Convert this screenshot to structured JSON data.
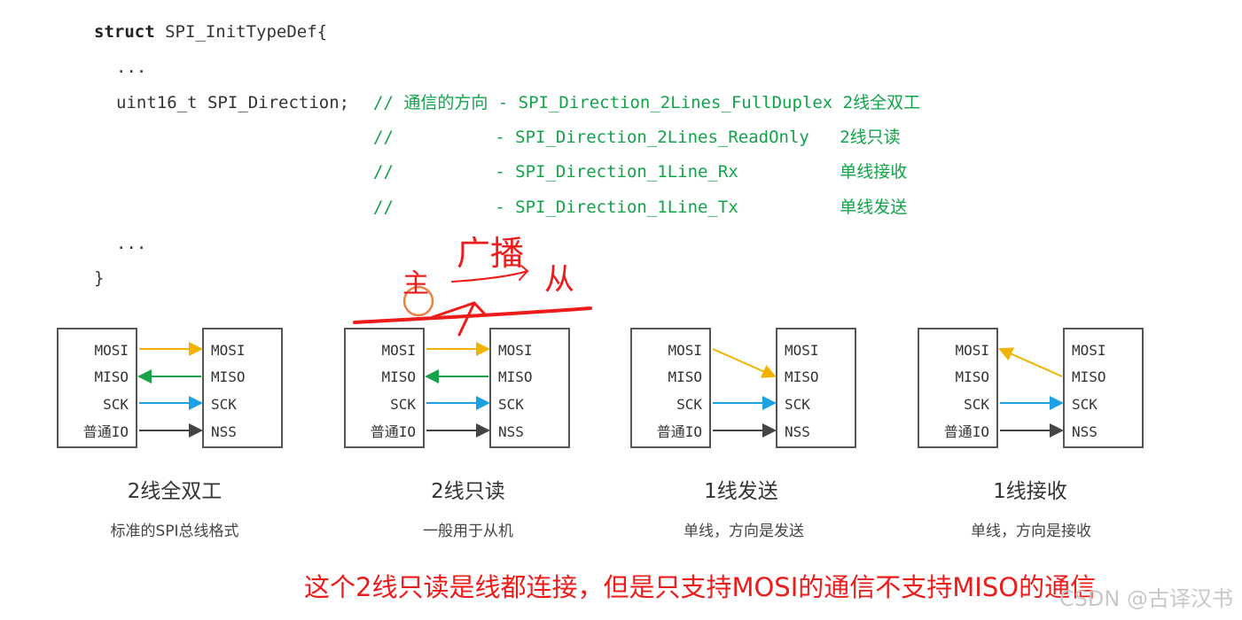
{
  "code": {
    "struct_line": "struct SPI_InitTypeDef{",
    "struct_keyword": "struct",
    "struct_name": " SPI_InitTypeDef{",
    "ellipsis_1": "...",
    "direction_decl": "uint16_t SPI_Direction; ",
    "comments": [
      "// 通信的方向 - SPI_Direction_2Lines_FullDuplex 2线全双工",
      "//          - SPI_Direction_2Lines_ReadOnly   2线只读",
      "//          - SPI_Direction_1Line_Rx          单线接收",
      "//          - SPI_Direction_1Line_Tx          单线发送"
    ],
    "ellipsis_2": "...",
    "closing": "}"
  },
  "colors": {
    "comment": "#12a34a",
    "mosi": "#f2b200",
    "miso": "#16a34a",
    "sck": "#1ba1e2",
    "nss": "#333333",
    "annotation": "#ee1b1b"
  },
  "diagrams": [
    {
      "left_pins": [
        "MOSI",
        "MISO",
        "SCK",
        "普通IO"
      ],
      "right_pins": [
        "MOSI",
        "MISO",
        "SCK",
        "NSS"
      ],
      "caption": "2线全双工",
      "description": "标准的SPI总线格式"
    },
    {
      "left_pins": [
        "MOSI",
        "MISO",
        "SCK",
        "普通IO"
      ],
      "right_pins": [
        "MOSI",
        "MISO",
        "SCK",
        "NSS"
      ],
      "caption": "2线只读",
      "description": "一般用于从机"
    },
    {
      "left_pins": [
        "MOSI",
        "MISO",
        "SCK",
        "普通IO"
      ],
      "right_pins": [
        "MOSI",
        "MISO",
        "SCK",
        "NSS"
      ],
      "caption": "1线发送",
      "description": "单线，方向是发送"
    },
    {
      "left_pins": [
        "MOSI",
        "MISO",
        "SCK",
        "普通IO"
      ],
      "right_pins": [
        "MOSI",
        "MISO",
        "SCK",
        "NSS"
      ],
      "caption": "1线接收",
      "description": "单线，方向是接收"
    }
  ],
  "handwriting": {
    "master": "主",
    "broadcast": "广播",
    "slave": "从"
  },
  "note": "这个2线只读是线都连接，但是只支持MOSI的通信不支持MISO的通信",
  "watermark": "CSDN @古译汉书"
}
